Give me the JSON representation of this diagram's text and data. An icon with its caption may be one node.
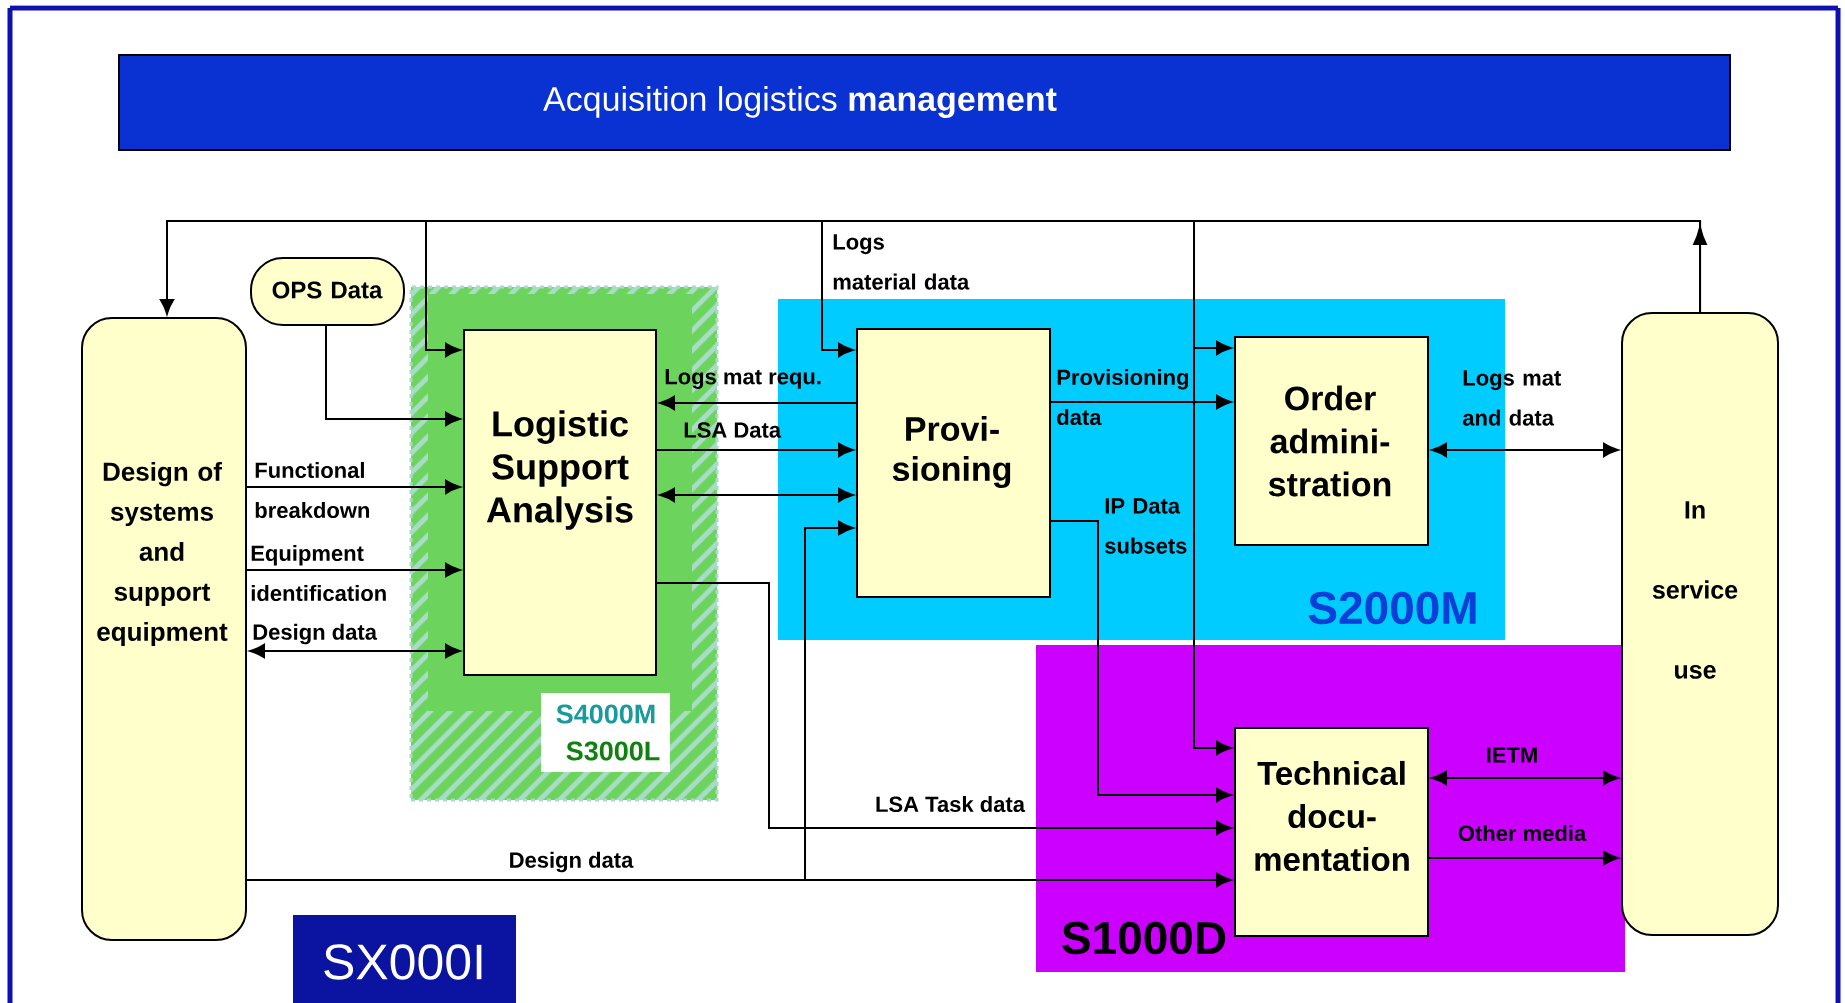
{
  "diagram": {
    "title": "Acquisition logistics **management**",
    "nodes": [
      {
        "text": [
          "Design of systems and support equipment"
        ]
      },
      {
        "text": [
          "OPS Data"
        ]
      },
      {
        "text": [
          "S4000M",
          "S3000L"
        ]
      },
      {
        "text": [
          "Logistic Support Analysis"
        ],
        "in": 2
      },
      {
        "text": [
          "S2000M"
        ]
      },
      {
        "text": [
          "Provi- sioning"
        ],
        "in": 4
      },
      {
        "text": [
          "Order admini- stration"
        ],
        "in": 4
      },
      {
        "text": [
          "S1000D"
        ]
      },
      {
        "text": [
          "Technical docu- mentation"
        ],
        "in": 7
      },
      {
        "text": [
          "In service use"
        ]
      },
      {
        "text": [
          "SX000I"
        ]
      }
    ],
    "edges": [
      {
        "from": 9,
        "to": 0,
        "arrow": "to"
      },
      {
        "from": 9,
        "to": 3,
        "arrow": "to"
      },
      {
        "from": 9,
        "to": 5,
        "arrow": "to",
        "label": "Logs material data"
      },
      {
        "from": 9,
        "to": 6,
        "arrow": "to"
      },
      {
        "from": 9,
        "to": 8,
        "arrow": "to"
      },
      {
        "from": 1,
        "to": 3,
        "arrow": "to"
      },
      {
        "from": 0,
        "to": 3,
        "arrow": "to",
        "label": "Functional breakdown"
      },
      {
        "from": 0,
        "to": 3,
        "arrow": "to",
        "label": "Equipment identification"
      },
      {
        "from": 0,
        "to": 3,
        "arrow": "both",
        "label": "Design data"
      },
      {
        "from": 5,
        "to": 3,
        "arrow": "to",
        "label": "Logs mat requ."
      },
      {
        "from": 3,
        "to": 5,
        "arrow": "to",
        "label": "LSA Data"
      },
      {
        "from": 3,
        "to": 5,
        "arrow": "both"
      },
      {
        "from": 5,
        "to": 6,
        "arrow": "to",
        "label": "Provisioning data"
      },
      {
        "from": 5,
        "to": 8,
        "arrow": "to",
        "label": "IP Data subsets"
      },
      {
        "from": 3,
        "to": 8,
        "arrow": "to",
        "label": "LSA Task data"
      },
      {
        "from": 0,
        "to": 8,
        "arrow": "to",
        "label": "Design data"
      },
      {
        "from": 0,
        "to": 5,
        "arrow": "to"
      },
      {
        "from": 6,
        "to": 9,
        "arrow": "both",
        "label": "Logs mat and data"
      },
      {
        "from": 8,
        "to": 9,
        "arrow": "both",
        "label": "IETM"
      },
      {
        "from": 8,
        "to": 9,
        "arrow": "to",
        "label": "Other media"
      }
    ]
  }
}
